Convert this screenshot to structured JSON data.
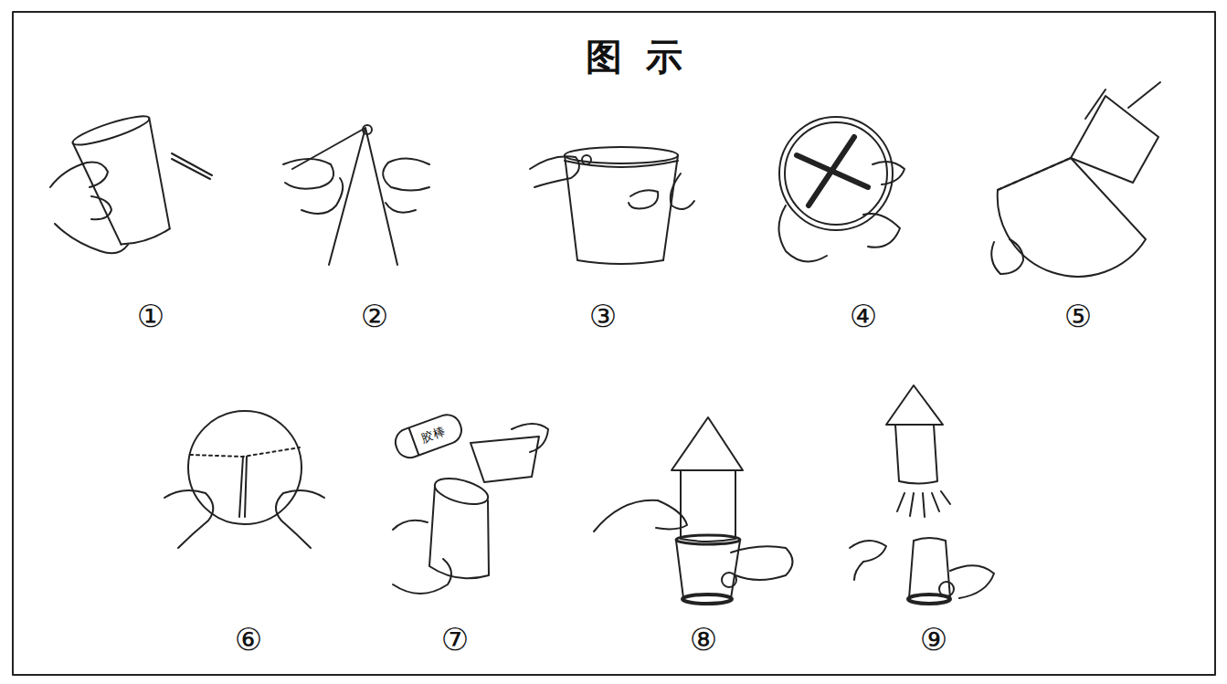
{
  "diagram": {
    "title": "图 示",
    "labels": [
      "①",
      "②",
      "③",
      "④",
      "⑤",
      "⑥",
      "⑦",
      "⑧",
      "⑨",
      "胶棒"
    ]
  }
}
